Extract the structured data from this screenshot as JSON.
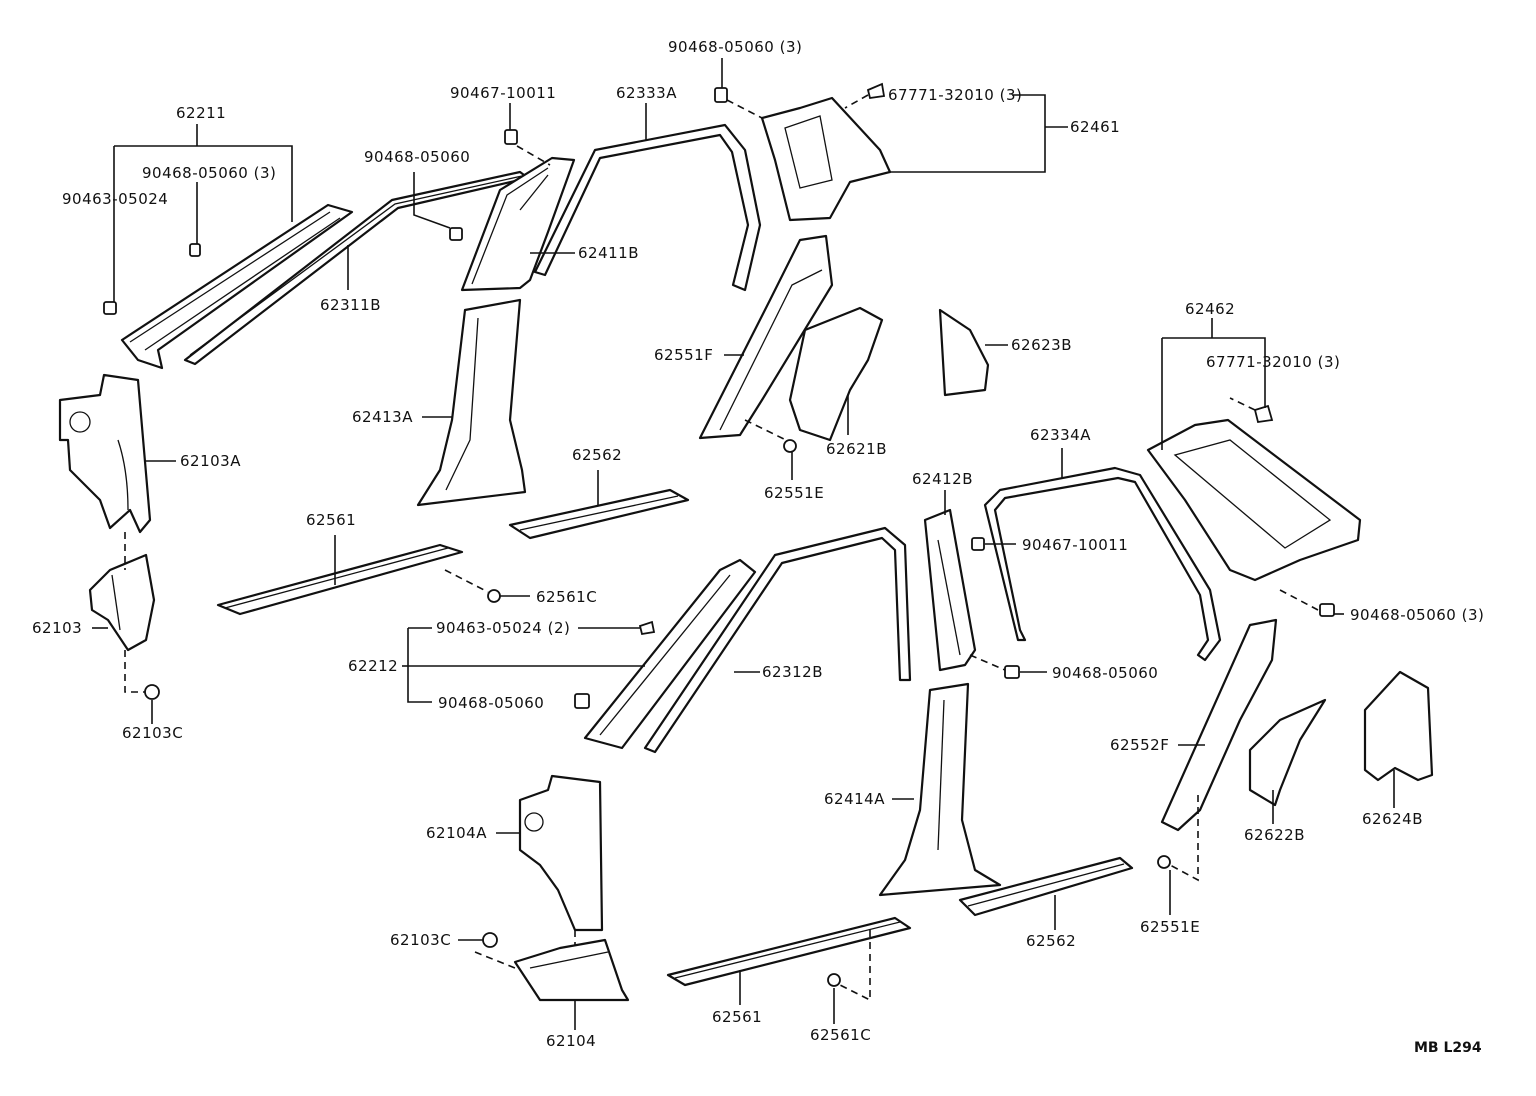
{
  "labels": {
    "l_90468_05060_3_top": "90468-05060 (3)",
    "l_90467_10011_top": "90467-10011",
    "l_62333A": "62333A",
    "l_67771_32010_3_top": "67771-32010 (3)",
    "l_62461": "62461",
    "l_62211": "62211",
    "l_90468_05060_3_left": "90468-05060 (3)",
    "l_90463_05024_left": "90463-05024",
    "l_90468_05060_mid": "90468-05060",
    "l_62311B": "62311B",
    "l_62411B": "62411B",
    "l_62551F": "62551F",
    "l_62623B": "62623B",
    "l_62462": "62462",
    "l_67771_32010_3_right": "67771-32010 (3)",
    "l_62413A": "62413A",
    "l_62103A": "62103A",
    "l_62621B": "62621B",
    "l_62551E_top": "62551E",
    "l_62562_top": "62562",
    "l_62334A": "62334A",
    "l_62412B": "62412B",
    "l_62561_top": "62561",
    "l_90467_10011_right": "90467-10011",
    "l_62561C_top": "62561C",
    "l_90468_05060_3_right": "90468-05060 (3)",
    "l_62103": "62103",
    "l_90463_05024_2": "90463-05024 (2)",
    "l_62212": "62212",
    "l_62312B": "62312B",
    "l_90468_05060_right": "90468-05060",
    "l_90468_05060_bot": "90468-05060",
    "l_62103C_left": "62103C",
    "l_62552F": "62552F",
    "l_62414A": "62414A",
    "l_62104A": "62104A",
    "l_62622B": "62622B",
    "l_62624B": "62624B",
    "l_62103C_bot": "62103C",
    "l_62562_bot": "62562",
    "l_62551E_bot": "62551E",
    "l_62561_bot": "62561",
    "l_62104": "62104",
    "l_62561C_bot": "62561C"
  },
  "diagram_code": "MB L294"
}
